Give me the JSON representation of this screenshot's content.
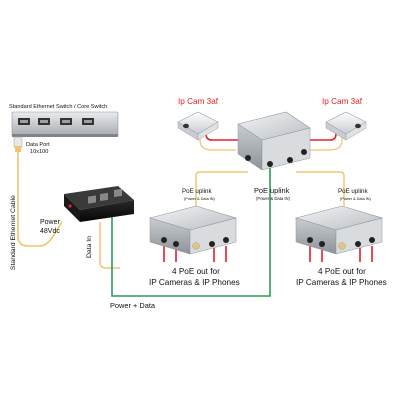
{
  "switch": {
    "label": "Standard Ethernet Switch / Core Switch"
  },
  "data_port": {
    "line1": "Data Port",
    "line2": "10x100"
  },
  "cables": {
    "standard_ethernet": "Standard Ethernet Cable",
    "data_in": "Data In",
    "power_data": "Power + Data"
  },
  "injector": {
    "power_line1": "Power",
    "power_line2": "48Vdc"
  },
  "cameras": {
    "left": "Ip Cam 3af",
    "right": "Ip Cam 3af"
  },
  "splitters": {
    "center_uplink": "PoE uplink",
    "center_uplink_sub": "(Power & Data IN)",
    "left_uplink": "PoE uplink",
    "left_uplink_sub": "(Power & Data IN)",
    "right_uplink": "PoE uplink",
    "right_uplink_sub": "(Power & Data IN)",
    "left_out_line1": "4 PoE out for",
    "left_out_line2": "IP Cameras & IP Phones",
    "right_out_line1": "4 PoE out for",
    "right_out_line2": "IP Cameras & IP Phones"
  },
  "colors": {
    "cable_yellow": "#f2c46a",
    "cable_red": "#e0202a",
    "cable_green": "#2f9b55",
    "label_red": "#e0202a"
  }
}
